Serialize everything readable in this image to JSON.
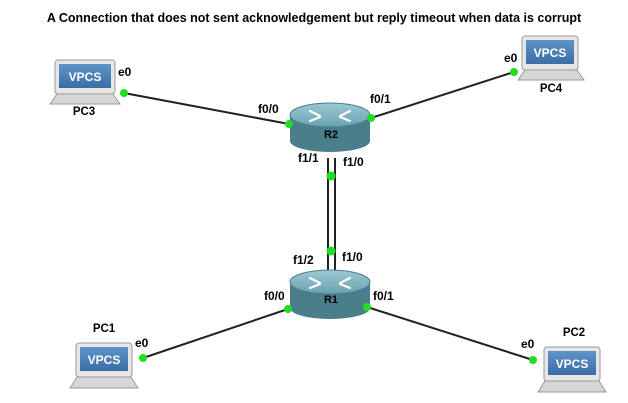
{
  "title": "A Connection that does not sent acknowledgement but reply timeout when data is corrupt",
  "colors": {
    "link": "#222222",
    "port_dot": "#22dd22",
    "router_body": "#4f8592",
    "router_top": "#7fb4c0",
    "pc_screen": "#4a7fb5"
  },
  "devices": {
    "pc3": {
      "name": "PC3",
      "badge": "VPCS",
      "port": "e0"
    },
    "pc4": {
      "name": "PC4",
      "badge": "VPCS",
      "port": "e0"
    },
    "pc1": {
      "name": "PC1",
      "badge": "VPCS",
      "port": "e0"
    },
    "pc2": {
      "name": "PC2",
      "badge": "VPCS",
      "port": "e0"
    },
    "r2": {
      "name": "R2",
      "ports": {
        "left": "f0/0",
        "right": "f0/1",
        "down_left": "f1/1",
        "down_right": "f1/0"
      }
    },
    "r1": {
      "name": "R1",
      "ports": {
        "left": "f0/0",
        "right": "f0/1",
        "up_left": "f1/2",
        "up_right": "f1/0"
      }
    }
  }
}
